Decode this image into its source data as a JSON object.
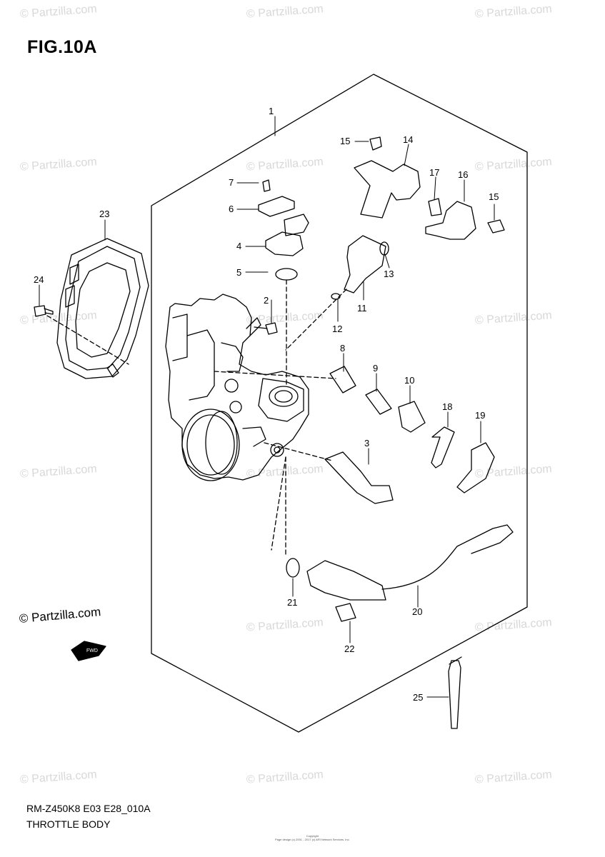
{
  "figure": {
    "title": "FIG.10A"
  },
  "footer": {
    "model_code": "RM-Z450K8 E03 E28_010A",
    "group_name": "THROTTLE BODY"
  },
  "brand": {
    "text": "© Partzilla.com"
  },
  "copyright": {
    "line1": "Copyright",
    "line2": "Page design (c) 2001 - 2017 (c) ARI Network Services, Inc."
  },
  "watermark": {
    "text": "© Partzilla.com"
  },
  "fwd_label": "FWD",
  "callouts": [
    "1",
    "2",
    "3",
    "4",
    "5",
    "6",
    "7",
    "8",
    "9",
    "10",
    "11",
    "12",
    "13",
    "14",
    "15",
    "15",
    "16",
    "17",
    "18",
    "19",
    "20",
    "21",
    "22",
    "23",
    "24",
    "25"
  ],
  "colors": {
    "line": "#000000",
    "watermark": "#d8d8d8",
    "background": "#ffffff"
  }
}
